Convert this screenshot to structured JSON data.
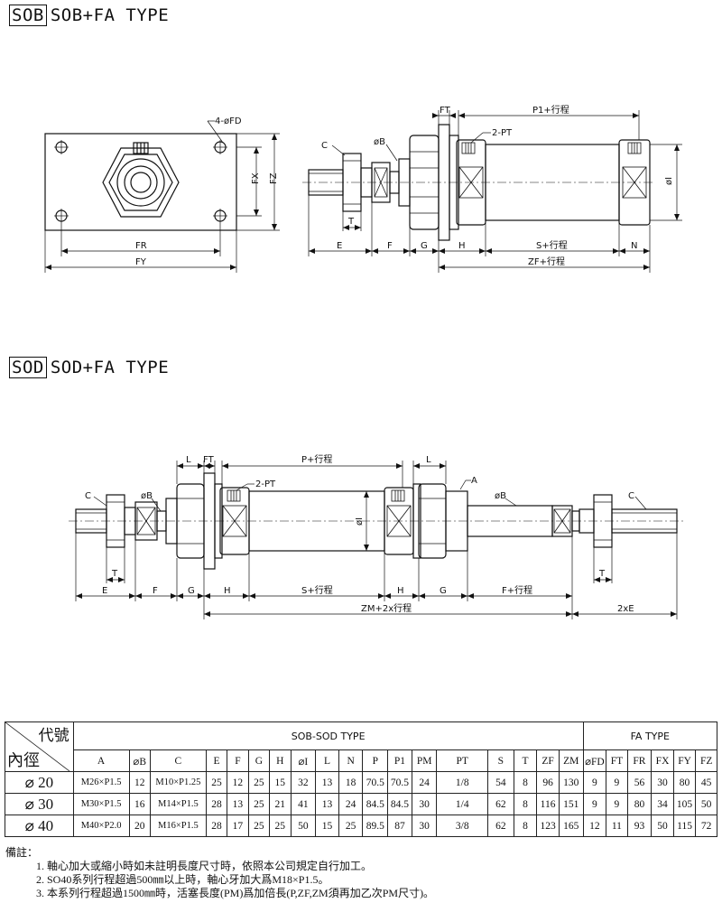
{
  "sob": {
    "box": "SOB",
    "type": "SOB+FA TYPE",
    "labels": {
      "fd": "4-øFD",
      "fx": "FX",
      "fz": "FZ",
      "fr": "FR",
      "fy": "FY",
      "ft": "FT",
      "p1": "P1+行程",
      "pt": "2-PT",
      "c": "C",
      "b": "øB",
      "t": "T",
      "i": "øI",
      "e": "E",
      "f": "F",
      "g": "G",
      "h": "H",
      "s": "S+行程",
      "n": "N",
      "zf": "ZF+行程"
    }
  },
  "sod": {
    "box": "SOD",
    "type": "SOD+FA TYPE",
    "labels": {
      "l": "L",
      "ft": "FT",
      "p": "P+行程",
      "pt": "2-PT",
      "l2": "L",
      "a": "A",
      "c": "C",
      "b": "øB",
      "b2": "øB",
      "c2": "C",
      "i": "øI",
      "t": "T",
      "t2": "T",
      "e": "E",
      "f": "F",
      "g": "G",
      "h": "H",
      "s": "S+行程",
      "h2": "H",
      "g2": "G",
      "f2": "F+行程",
      "zm": "ZM+2x行程",
      "e2": "2xE"
    }
  },
  "table": {
    "corner_code": "代號",
    "corner_bore": "內徑",
    "group1": "SOB-SOD TYPE",
    "group2": "FA TYPE",
    "headers": [
      "A",
      "⌀B",
      "C",
      "E",
      "F",
      "G",
      "H",
      "⌀I",
      "L",
      "N",
      "P",
      "P1",
      "PM",
      "PT",
      "S",
      "T",
      "ZF",
      "ZM",
      "⌀FD",
      "FT",
      "FR",
      "FX",
      "FY",
      "FZ"
    ],
    "rows": [
      {
        "bore": "⌀ 20",
        "cells": [
          "M26×P1.5",
          "12",
          "M10×P1.25",
          "25",
          "12",
          "25",
          "15",
          "32",
          "13",
          "18",
          "70.5",
          "70.5",
          "24",
          "1/8",
          "54",
          "8",
          "96",
          "130",
          "9",
          "9",
          "56",
          "30",
          "80",
          "45"
        ]
      },
      {
        "bore": "⌀ 30",
        "cells": [
          "M30×P1.5",
          "16",
          "M14×P1.5",
          "28",
          "13",
          "25",
          "21",
          "41",
          "13",
          "24",
          "84.5",
          "84.5",
          "30",
          "1/4",
          "62",
          "8",
          "116",
          "151",
          "9",
          "9",
          "80",
          "34",
          "105",
          "50"
        ]
      },
      {
        "bore": "⌀ 40",
        "cells": [
          "M40×P2.0",
          "20",
          "M16×P1.5",
          "28",
          "17",
          "25",
          "25",
          "50",
          "15",
          "25",
          "89.5",
          "87",
          "30",
          "3/8",
          "62",
          "8",
          "123",
          "165",
          "12",
          "11",
          "93",
          "50",
          "115",
          "72"
        ]
      }
    ]
  },
  "notes": {
    "heading": "備註：",
    "items": [
      "1. 軸心加大或縮小時如未註明長度尺寸時，依照本公司規定自行加工。",
      "2. SO40系列行程超過500㎜以上時，軸心牙加大爲M18×P1.5。",
      "3. 本系列行程超過1500㎜時，活塞長度(PM)爲加倍長(P,ZF,ZM須再加乙次PM尺寸)。"
    ]
  }
}
